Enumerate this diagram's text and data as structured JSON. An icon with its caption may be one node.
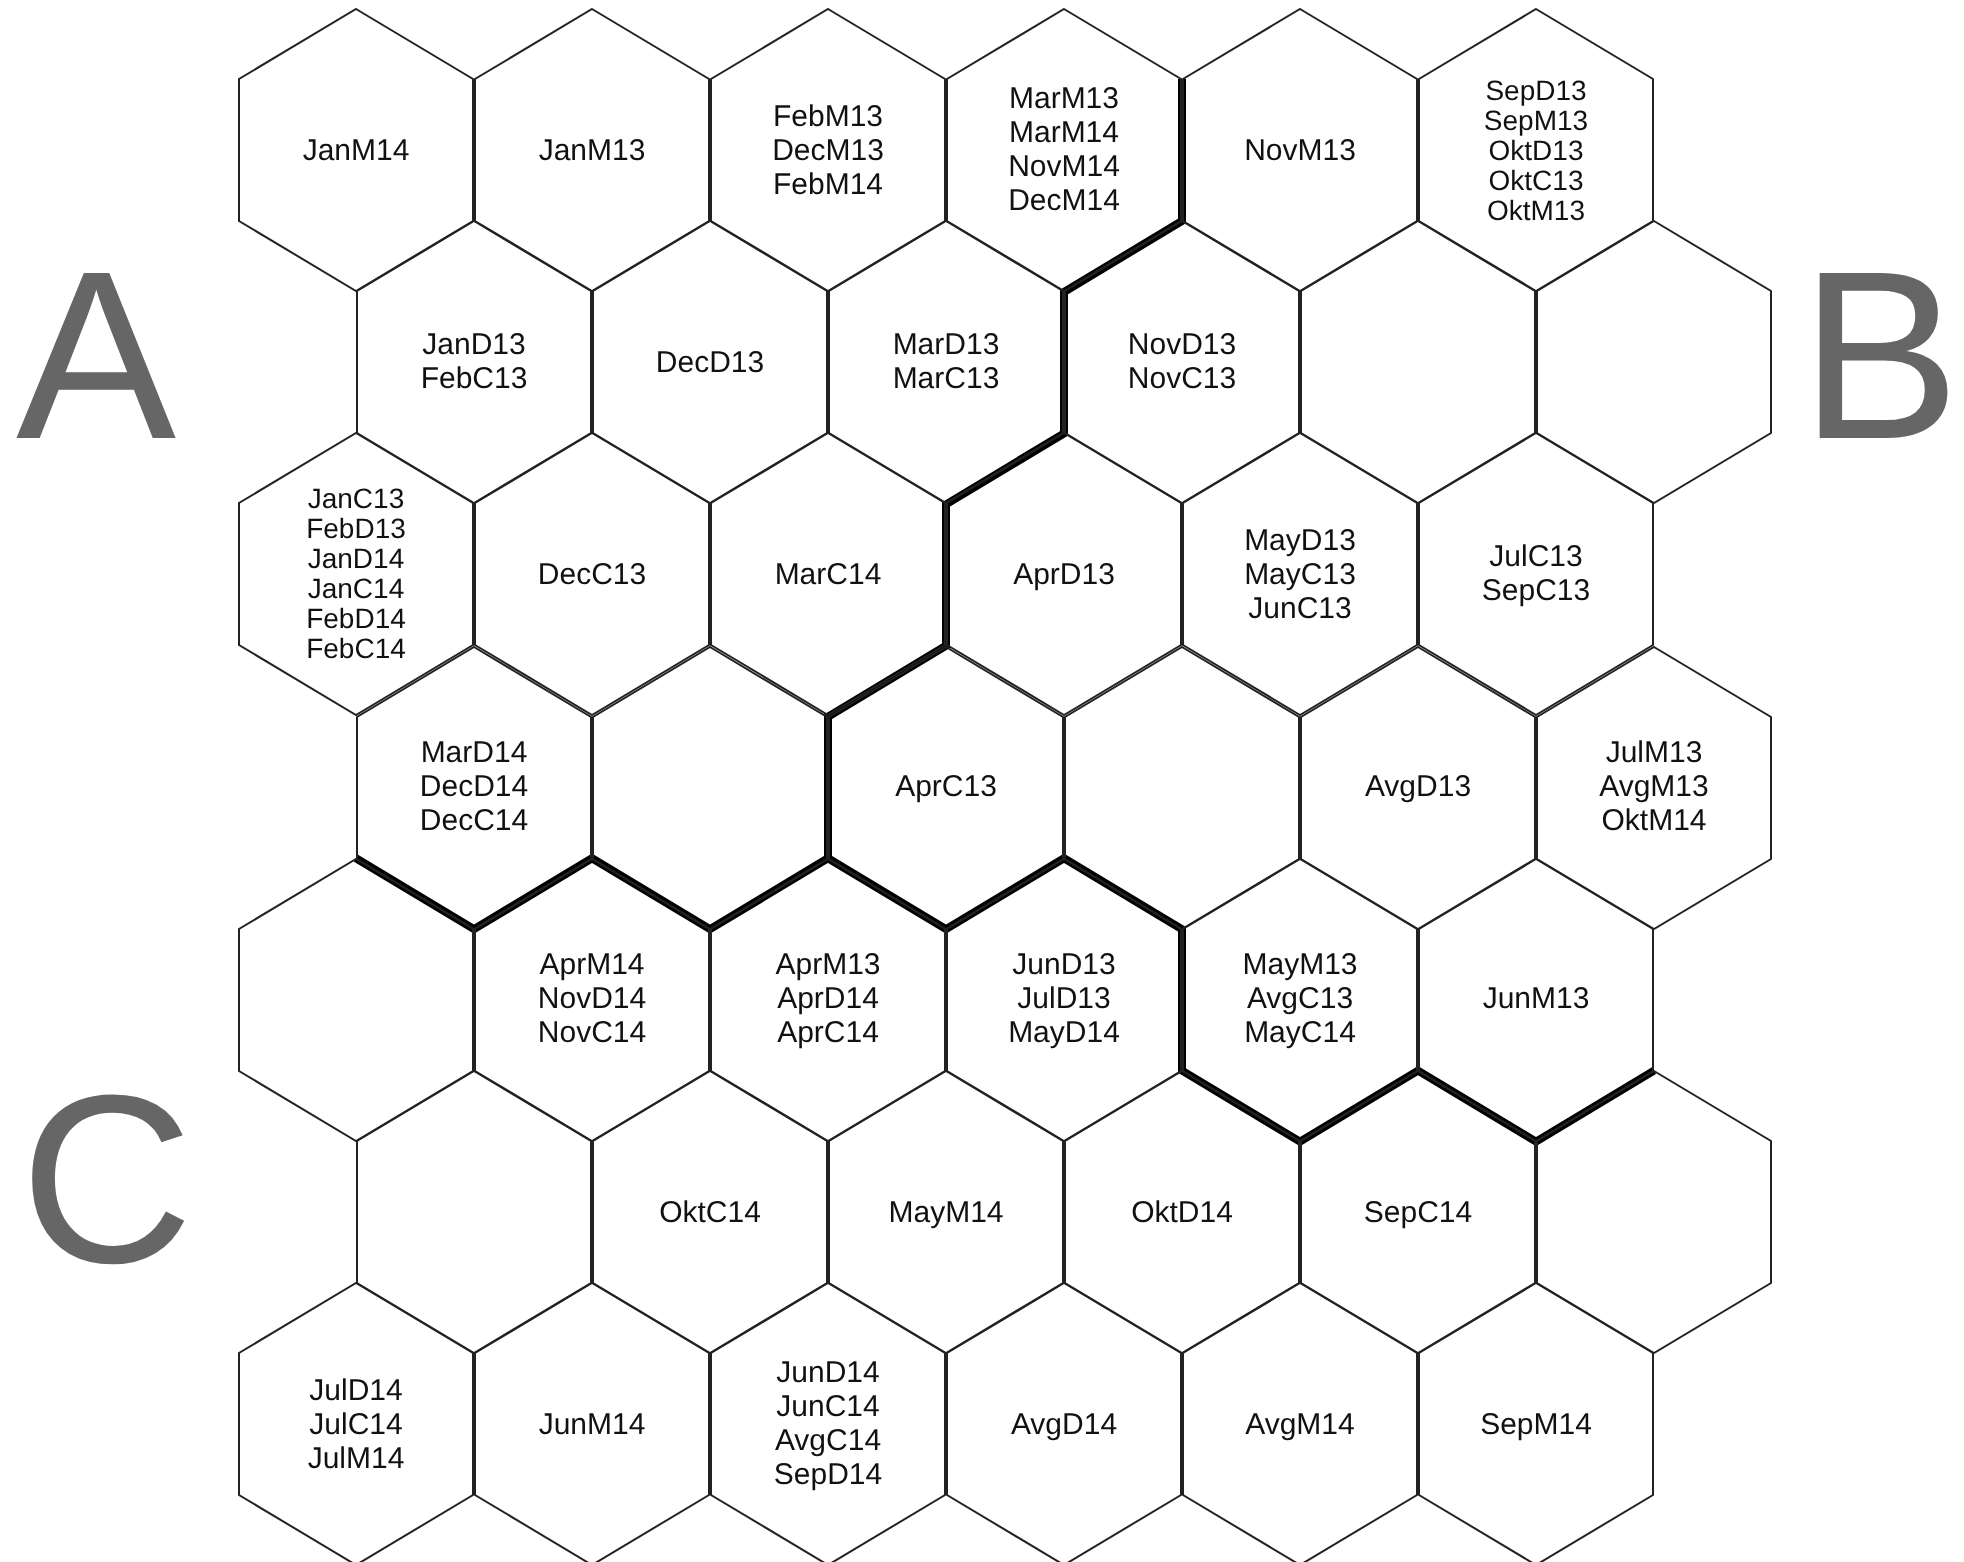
{
  "diagram": {
    "nodes": [
      {
        "text": [
          "JanM14"
        ]
      },
      {
        "text": [
          "JanM13"
        ]
      },
      {
        "text": [
          "FebM13",
          "DecM13",
          "FebM14"
        ]
      },
      {
        "text": [
          "MarM13",
          "MarM14",
          "NovM14",
          "DecM14"
        ]
      },
      {
        "text": [
          "NovM13"
        ]
      },
      {
        "text": [
          "SepD13",
          "SepM13",
          "OktD13",
          "OktC13",
          "OktM13"
        ]
      },
      {
        "text": [
          "JanD13",
          "FebC13"
        ]
      },
      {
        "text": [
          "DecD13"
        ]
      },
      {
        "text": [
          "MarD13",
          "MarC13"
        ]
      },
      {
        "text": [
          "NovD13",
          "NovC13"
        ]
      },
      {
        "text": [],
        "shape": "hexagon"
      },
      {
        "text": [],
        "shape": "hexagon"
      },
      {
        "text": [
          "JanC13",
          "FebD13",
          "JanD14",
          "JanC14",
          "FebD14",
          "FebC14"
        ]
      },
      {
        "text": [
          "DecC13"
        ]
      },
      {
        "text": [
          "MarC14"
        ]
      },
      {
        "text": [
          "AprD13"
        ]
      },
      {
        "text": [
          "MayD13",
          "MayC13",
          "JunC13"
        ]
      },
      {
        "text": [
          "JulC13",
          "SepC13"
        ]
      },
      {
        "text": [
          "MarD14",
          "DecD14",
          "DecC14"
        ]
      },
      {
        "text": [],
        "shape": "hexagon"
      },
      {
        "text": [
          "AprC13"
        ]
      },
      {
        "text": [],
        "shape": "hexagon"
      },
      {
        "text": [
          "AvgD13"
        ]
      },
      {
        "text": [
          "JulM13",
          "AvgM13",
          "OktM14"
        ]
      },
      {
        "text": [],
        "shape": "hexagon"
      },
      {
        "text": [
          "AprM14",
          "NovD14",
          "NovC14"
        ]
      },
      {
        "text": [
          "AprM13",
          "AprD14",
          "AprC14"
        ]
      },
      {
        "text": [
          "JunD13",
          "JulD13",
          "MayD14"
        ]
      },
      {
        "text": [
          "MayM13",
          "AvgC13",
          "MayC14"
        ]
      },
      {
        "text": [
          "JunM13"
        ]
      },
      {
        "text": [],
        "shape": "hexagon"
      },
      {
        "text": [
          "OktC14"
        ]
      },
      {
        "text": [
          "MayM14"
        ]
      },
      {
        "text": [
          "OktD14"
        ]
      },
      {
        "text": [
          "SepC14"
        ]
      },
      {
        "text": [],
        "shape": "hexagon"
      },
      {
        "text": [
          "JulD14",
          "JulC14",
          "JulM14"
        ]
      },
      {
        "text": [
          "JunM14"
        ]
      },
      {
        "text": [
          "JunD14",
          "JunC14",
          "AvgC14",
          "SepD14"
        ]
      },
      {
        "text": [
          "AvgD14"
        ]
      },
      {
        "text": [
          "AvgM14"
        ]
      },
      {
        "text": [
          "SepM14"
        ]
      }
    ],
    "labels": [
      "A",
      "B",
      "C"
    ]
  }
}
